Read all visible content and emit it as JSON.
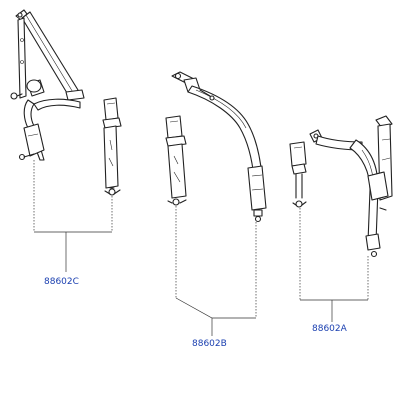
{
  "labels": {
    "c": "88602C",
    "b": "88602B",
    "a": "88602A"
  },
  "colors": {
    "label": "#1a3fb0",
    "line": "#222222"
  }
}
